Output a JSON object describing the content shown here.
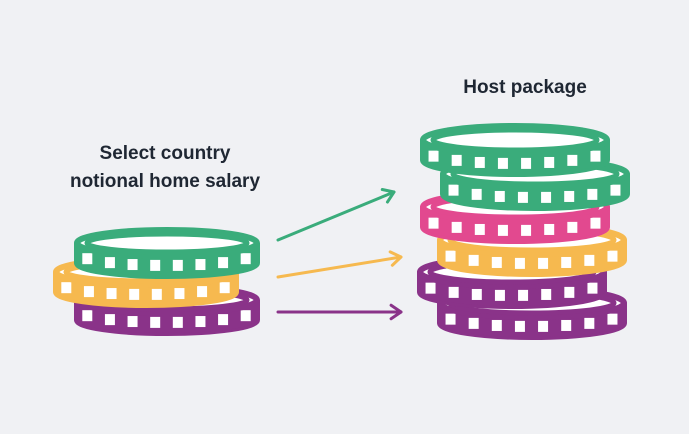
{
  "labels": {
    "left_line1": "Select country",
    "left_line2": "notional home salary",
    "right": "Host package"
  },
  "colors": {
    "background": "#f0f1f4",
    "text": "#1f2733",
    "green": "#3aac7b",
    "yellow": "#f6b94f",
    "purple": "#8a3389",
    "pink": "#e2498f"
  },
  "left_stack": [
    "green",
    "yellow",
    "purple"
  ],
  "right_stack": [
    "green",
    "green",
    "pink",
    "yellow",
    "purple",
    "purple"
  ],
  "arrows": [
    "green",
    "yellow",
    "purple"
  ]
}
